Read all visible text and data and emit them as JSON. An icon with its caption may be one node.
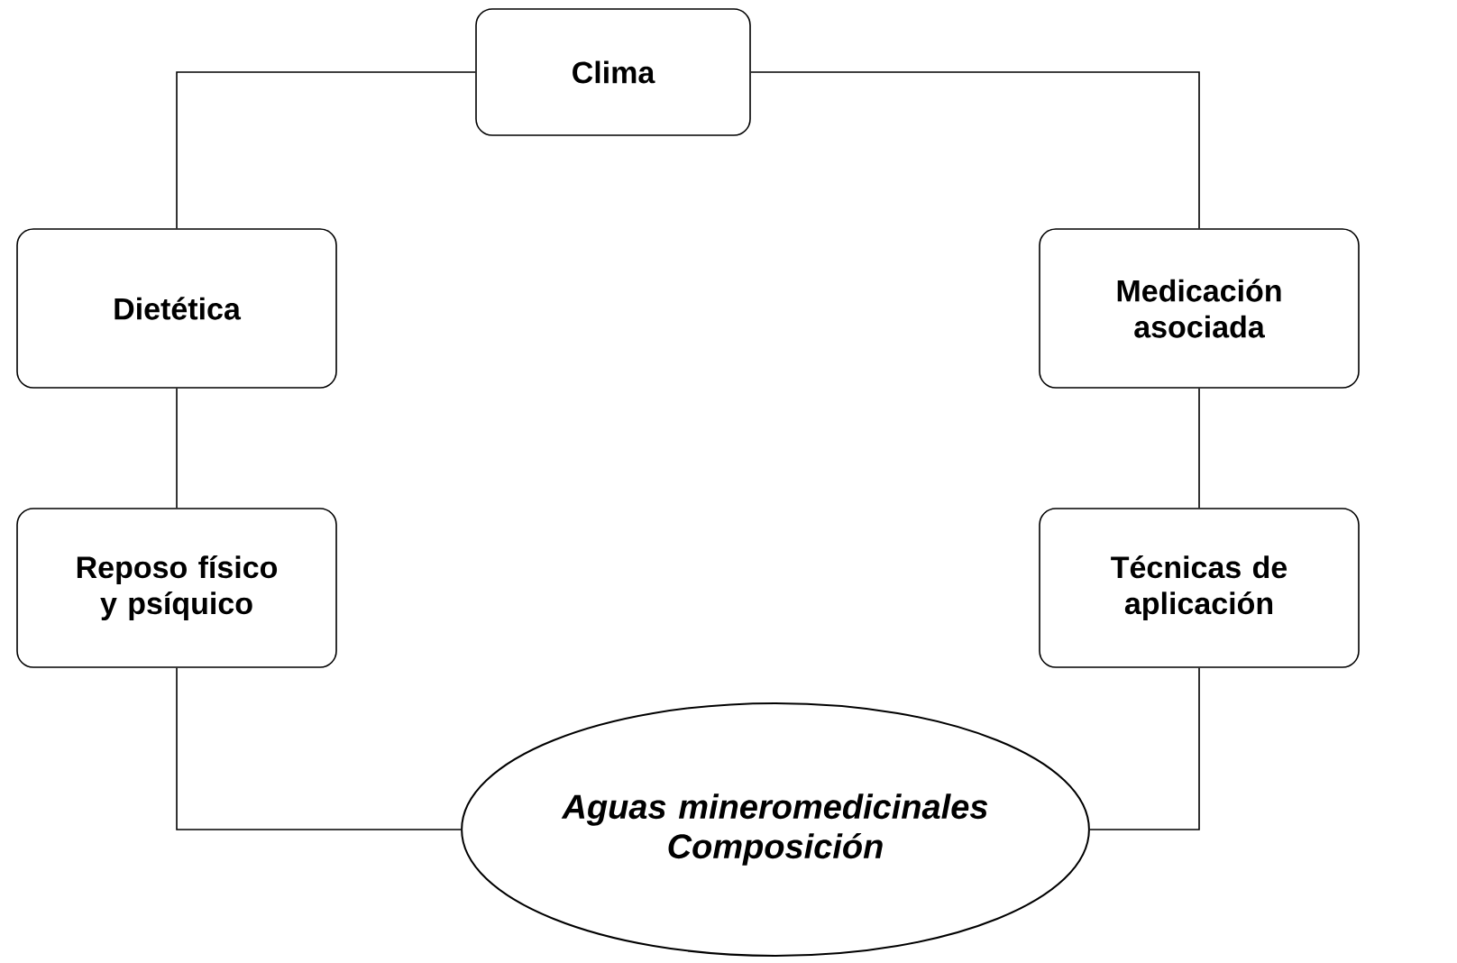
{
  "diagram": {
    "nodes": [
      {
        "text": [
          "Clima"
        ]
      },
      {
        "text": [
          "Dietética"
        ]
      },
      {
        "text": [
          "Medicación asociada"
        ]
      },
      {
        "text": [
          "Reposo físico y psíquico"
        ]
      },
      {
        "text": [
          "Técnicas de aplicación"
        ]
      },
      {
        "text": [
          "Aguas mineromedicinales Composición"
        ]
      }
    ],
    "edges": [
      {
        "from": 0,
        "to": 1,
        "arrow": "none"
      },
      {
        "from": 0,
        "to": 2,
        "arrow": "none"
      },
      {
        "from": 1,
        "to": 3,
        "arrow": "none"
      },
      {
        "from": 2,
        "to": 4,
        "arrow": "none"
      },
      {
        "from": 3,
        "to": 5,
        "arrow": "none"
      },
      {
        "from": 4,
        "to": 5,
        "arrow": "none"
      }
    ]
  }
}
